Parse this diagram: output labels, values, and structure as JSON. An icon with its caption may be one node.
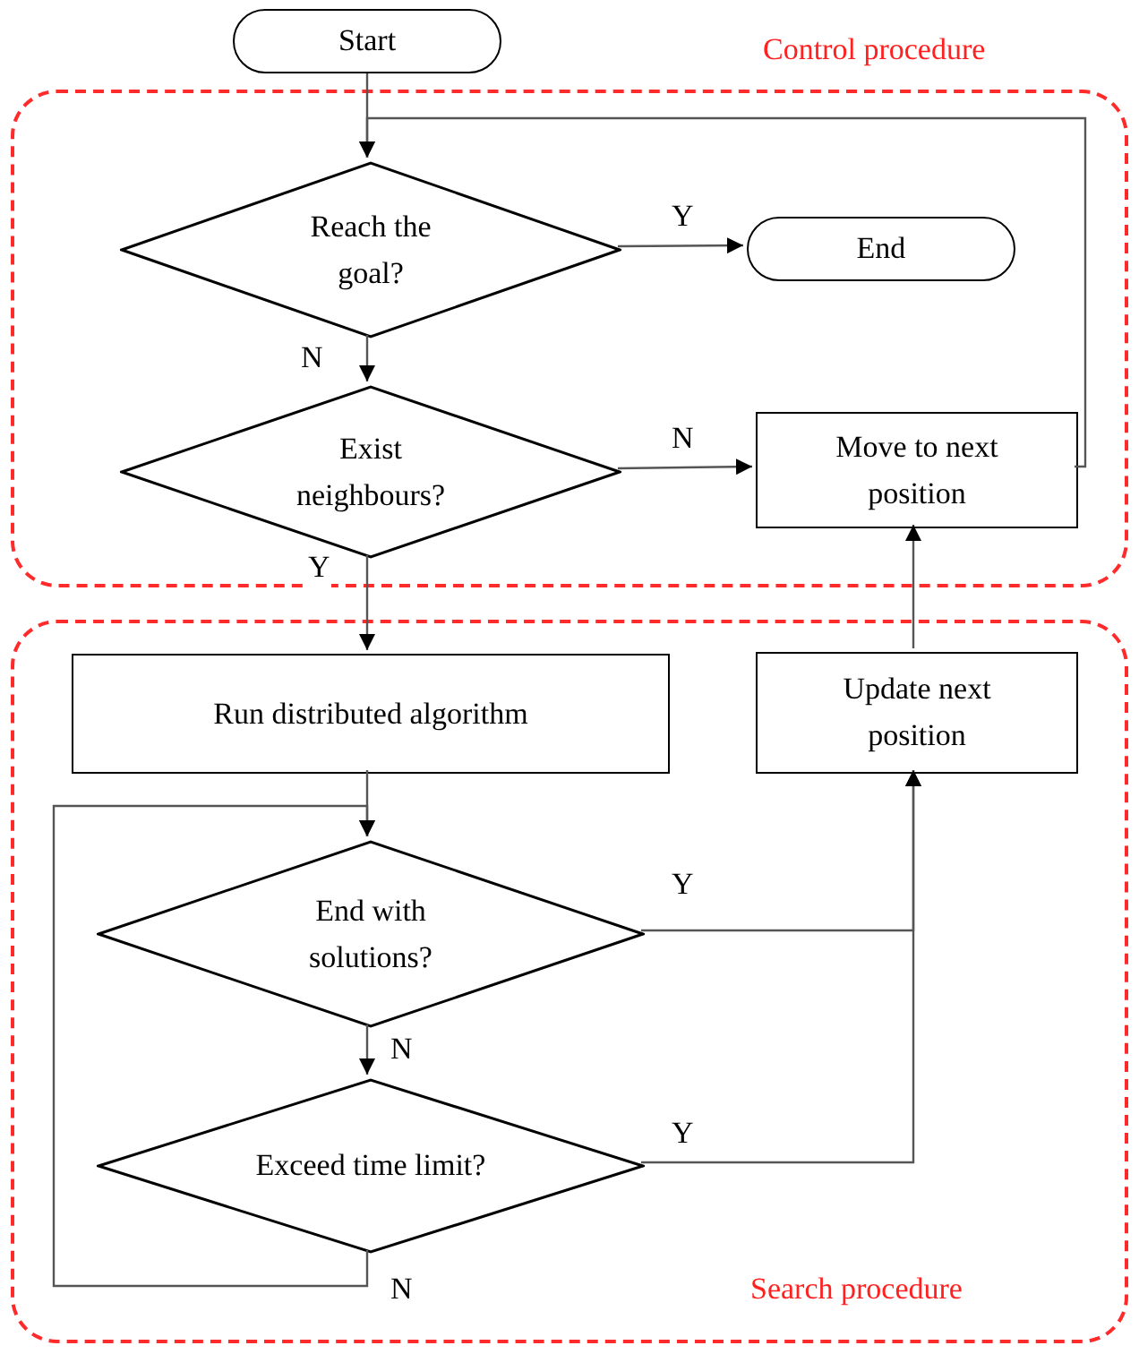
{
  "diagram": {
    "nodes": [
      {
        "text": [
          "Start"
        ]
      },
      {
        "text": [
          "Control procedure"
        ]
      },
      {
        "text": [
          "Reach the goal?"
        ],
        "in": 1
      },
      {
        "text": [
          "End"
        ],
        "in": 1
      },
      {
        "text": [
          "Exist neighbours?"
        ],
        "in": 1
      },
      {
        "text": [
          "Move to next position"
        ],
        "in": 1
      },
      {
        "text": [
          "Search procedure"
        ]
      },
      {
        "text": [
          "Run distributed algorithm"
        ],
        "in": 6
      },
      {
        "text": [
          "Update next position"
        ],
        "in": 6
      },
      {
        "text": [
          "End with solutions?"
        ],
        "in": 6
      },
      {
        "text": [
          "Exceed time limit?"
        ],
        "in": 6
      }
    ],
    "edges": [
      {
        "from": 0,
        "to": 2,
        "arrow": "to"
      },
      {
        "from": 2,
        "to": 3,
        "arrow": "to",
        "label": "Y"
      },
      {
        "from": 2,
        "to": 4,
        "arrow": "to",
        "label": "N"
      },
      {
        "from": 4,
        "to": 5,
        "arrow": "to",
        "label": "N"
      },
      {
        "from": 4,
        "to": 7,
        "arrow": "to",
        "label": "Y"
      },
      {
        "from": 5,
        "to": 2,
        "arrow": "to"
      },
      {
        "from": 7,
        "to": 9,
        "arrow": "to"
      },
      {
        "from": 9,
        "to": 8,
        "arrow": "to",
        "label": "Y"
      },
      {
        "from": 10,
        "to": 8,
        "arrow": "to",
        "label": "Y"
      },
      {
        "from": 9,
        "to": 10,
        "arrow": "to",
        "label": "N"
      },
      {
        "from": 10,
        "to": 9,
        "arrow": "to",
        "label": "N"
      },
      {
        "from": 8,
        "to": 5,
        "arrow": "to"
      }
    ]
  }
}
